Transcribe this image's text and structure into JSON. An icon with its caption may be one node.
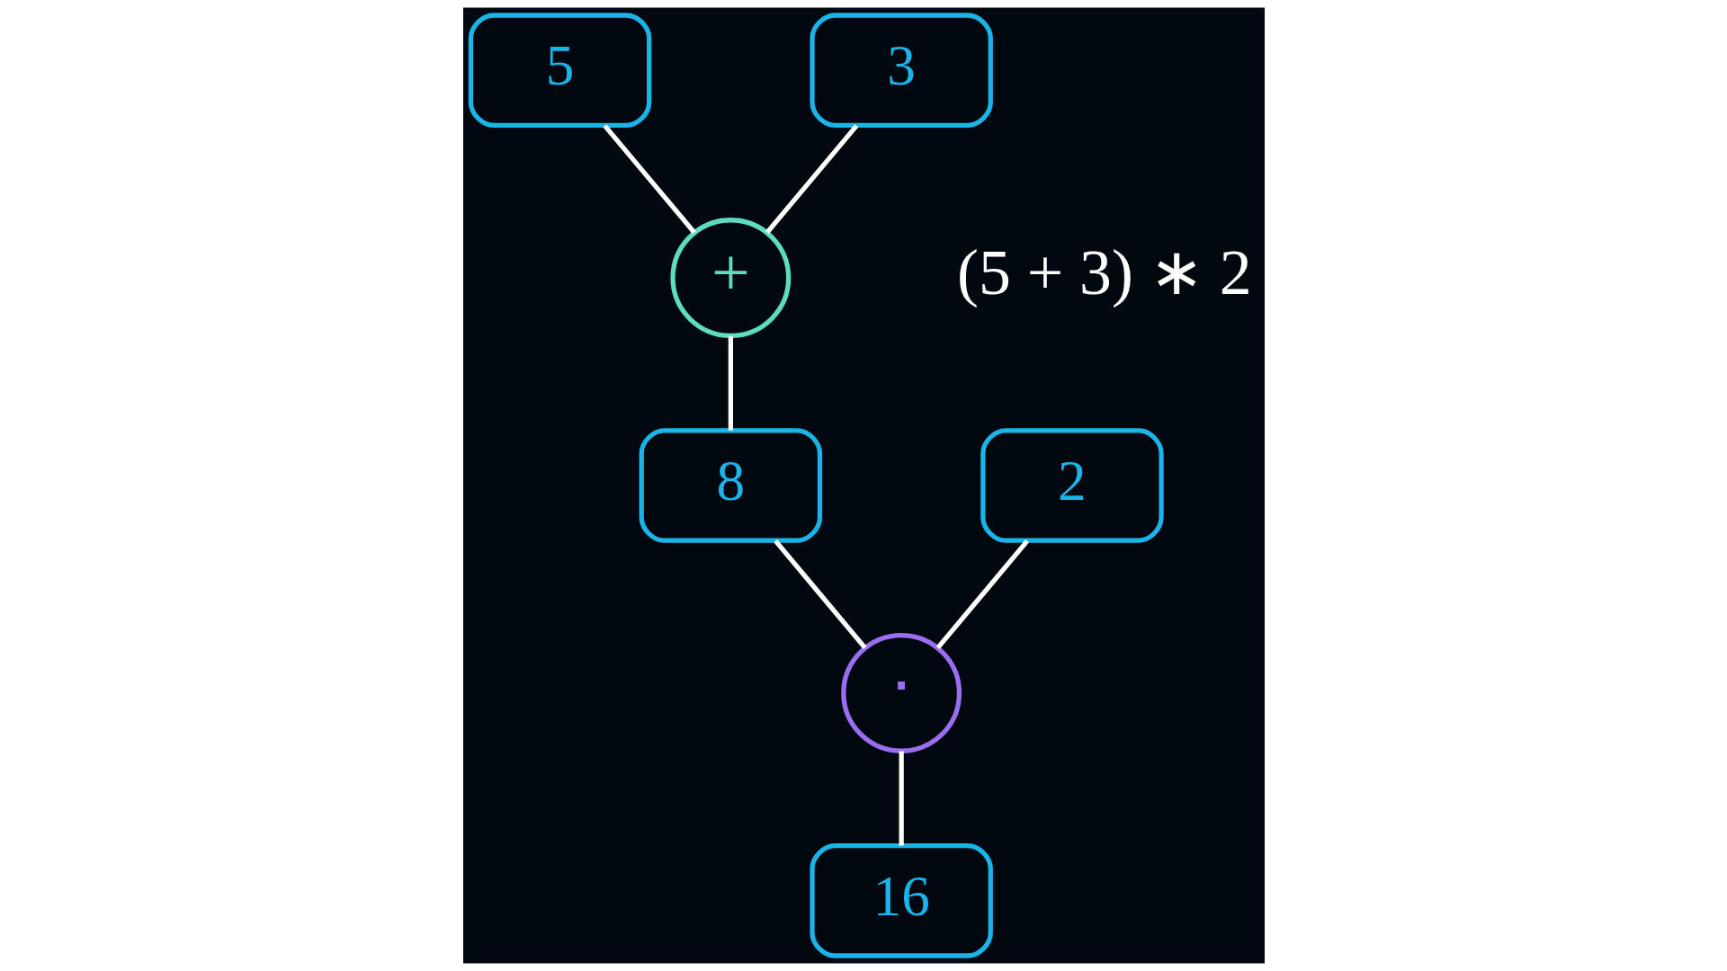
{
  "diagram": {
    "nodes": [
      {
        "text": [
          "5"
        ]
      },
      {
        "text": [
          "3"
        ]
      },
      {
        "text": [
          "+"
        ]
      },
      {
        "text": [
          "8"
        ]
      },
      {
        "text": [
          "2"
        ]
      },
      {
        "text": [
          "⋅"
        ]
      },
      {
        "text": [
          "16"
        ]
      }
    ],
    "edges": [
      {
        "from": 0,
        "to": 2,
        "arrow": "none"
      },
      {
        "from": 1,
        "to": 2,
        "arrow": "none"
      },
      {
        "from": 2,
        "to": 3,
        "arrow": "none"
      },
      {
        "from": 3,
        "to": 5,
        "arrow": "none"
      },
      {
        "from": 4,
        "to": 5,
        "arrow": "none"
      },
      {
        "from": 5,
        "to": 6,
        "arrow": "none"
      }
    ],
    "labels": [
      "(5 + 3) ∗ 2"
    ]
  }
}
